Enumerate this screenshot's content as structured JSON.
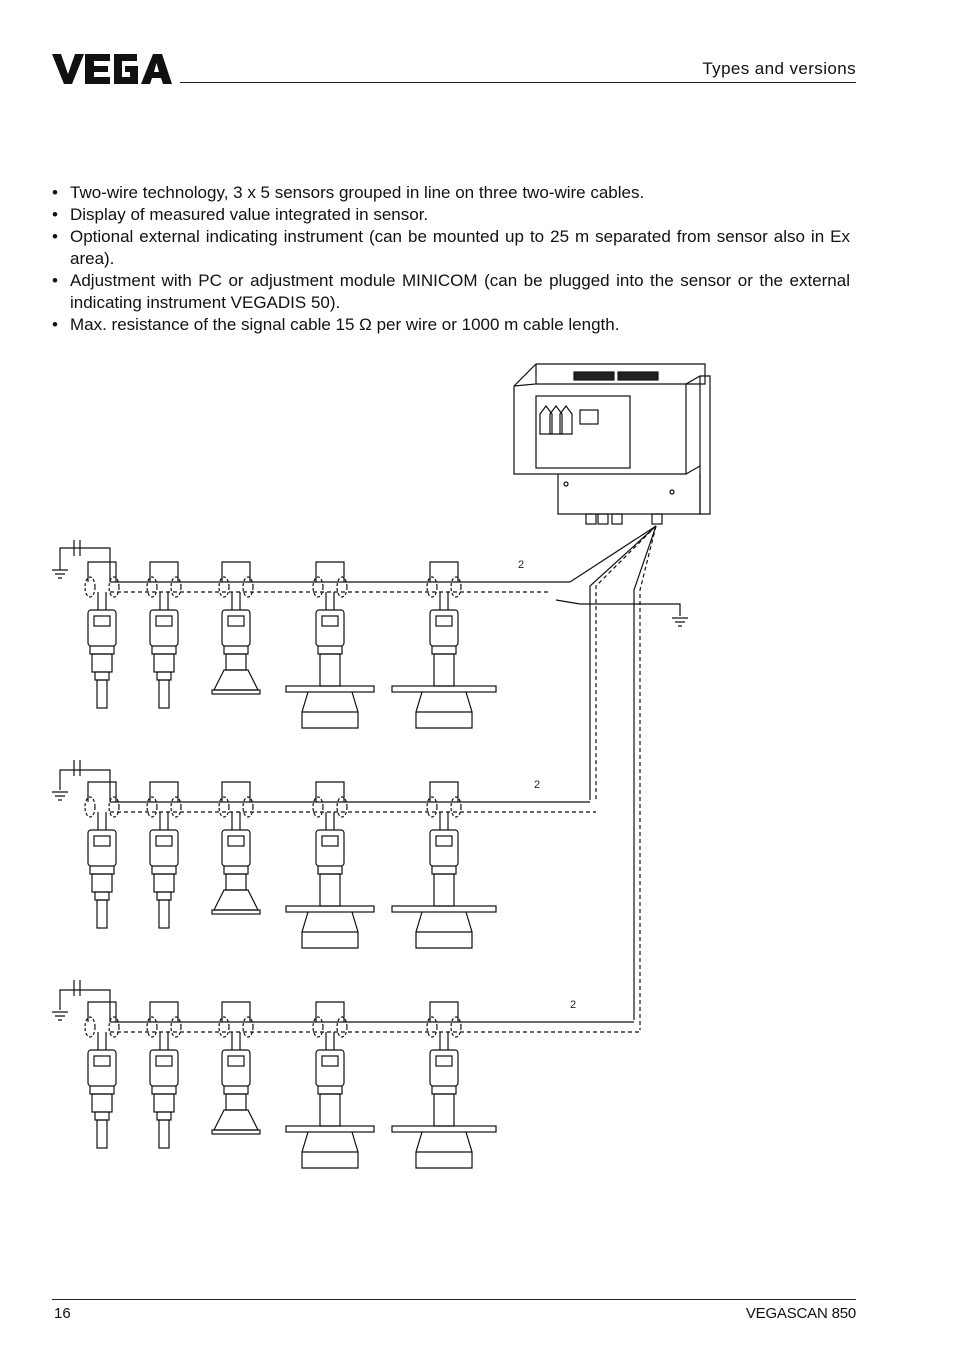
{
  "header": {
    "logo_text": "VEGA",
    "section_title": "Types and versions"
  },
  "bullets": [
    "Two-wire technology, 3 x 5 sensors grouped in line on three two-wire cables.",
    "Display of measured value integrated in sensor.",
    "Optional external indicating instrument (can be mounted up to 25 m separated from sensor also in Ex area).",
    "Adjustment with PC or adjustment module MINICOM (can be plugged into the sensor or the external indicating instrument VEGADIS 50).",
    "Max. resistance of the signal cable 15 Ω per wire or 1000 m cable length."
  ],
  "bullet_symbol": "•",
  "diagram": {
    "cable_labels": [
      "2",
      "2",
      "2"
    ],
    "rows": 3,
    "sensors_per_row": 5
  },
  "footer": {
    "page_number": "16",
    "product_name": "VEGASCAN 850"
  }
}
